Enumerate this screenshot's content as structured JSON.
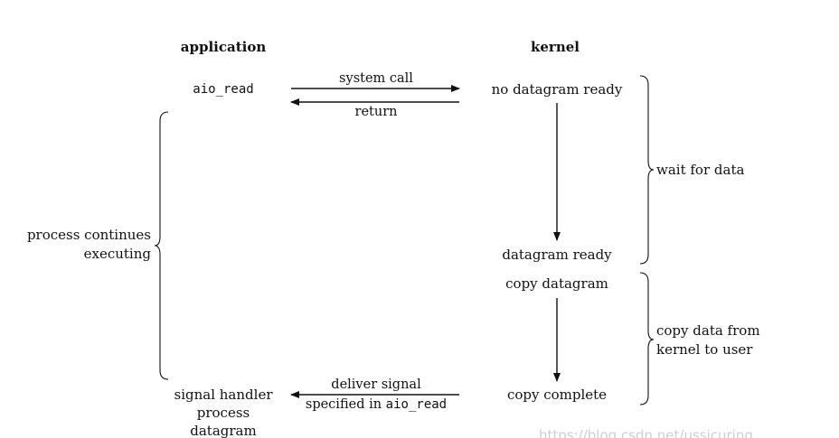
{
  "headers": {
    "application": "application",
    "kernel": "kernel"
  },
  "application": {
    "call": "aio_read",
    "left_brace_label_line1": "process continues",
    "left_brace_label_line2": "executing",
    "handler_line1": "signal handler",
    "handler_line2": "process",
    "handler_line3": "datagram"
  },
  "arrows": {
    "system_call": "system call",
    "return": "return",
    "deliver_line1": "deliver signal",
    "deliver_line2_prefix": "specified in ",
    "deliver_line2_code": "aio_read"
  },
  "kernel": {
    "no_datagram_ready": "no datagram ready",
    "datagram_ready": "datagram ready",
    "copy_datagram": "copy datagram",
    "copy_complete": "copy complete"
  },
  "phases": {
    "wait": "wait for data",
    "copy_line1": "copy data from",
    "copy_line2": "kernel to user"
  },
  "watermark": "https://blog.csdn.net/ussicuring"
}
